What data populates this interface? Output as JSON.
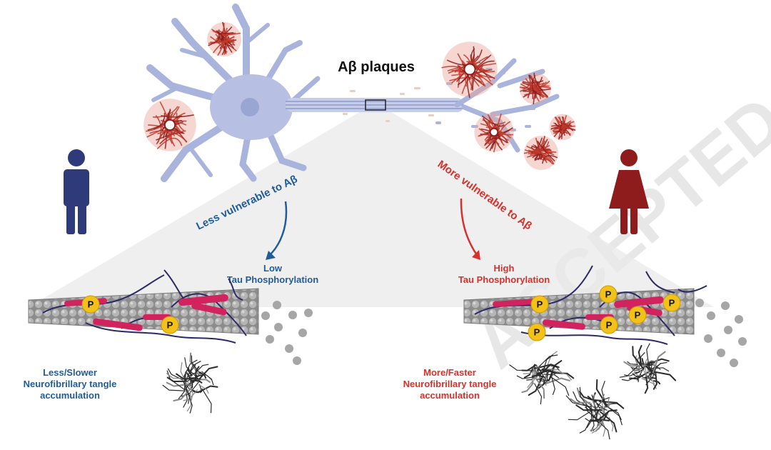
{
  "title": "Aβ plaques",
  "left": {
    "vulnerability": "Less vulnerable to Aβ",
    "tau_line1": "Low",
    "tau_line2": "Tau Phosphorylation",
    "tangle_line1": "Less/Slower",
    "tangle_line2": "Neurofibrillary tangle",
    "tangle_line3": "accumulation"
  },
  "right": {
    "vulnerability": "More vulnerable to Aβ",
    "tau_line1": "High",
    "tau_line2": "Tau Phosphorylation",
    "tangle_line1": "More/Faster",
    "tangle_line2": "Neurofibrillary tangle",
    "tangle_line3": "accumulation"
  },
  "phospho_label": "P",
  "watermark": "ACCEPTED MANUSCRIPT",
  "colors": {
    "male_blue": "#2e3a7a",
    "female_red": "#8e1c1c",
    "left_text": "#1f5c99",
    "right_text": "#d9302b",
    "neuron": "#a9b4dc",
    "plaque": "#c0392b",
    "phospho": "#f2c21b",
    "tau": "#d1235e"
  }
}
